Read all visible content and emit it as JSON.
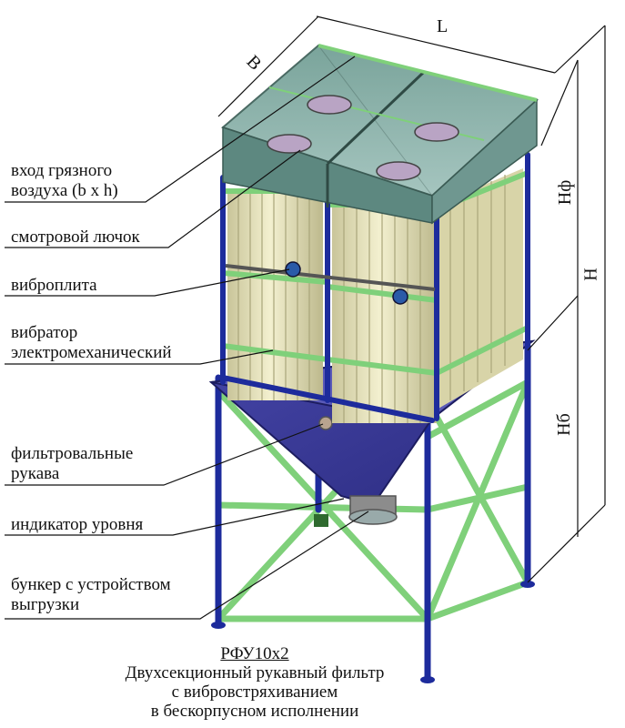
{
  "labels": {
    "dirty_air_inlet": "вход грязного\nвоздуха (b x h)",
    "inspection_hatch": "смотровой лючок",
    "vibro_plate": "виброплита",
    "vibrator": "вибратор\nэлектромеханический",
    "filter_bags": "фильтровальные\nрукава",
    "level_indicator": "индикатор уровня",
    "hopper": "бункер с устройством\nвыгрузки"
  },
  "dimensions": {
    "length": "L",
    "width": "B",
    "filter_height": "Нф",
    "total_height": "Н",
    "hopper_height": "Нб"
  },
  "caption": {
    "model": "РФУ10х2",
    "line1": "Двухсекционный рукавный фильтр",
    "line2": "с вибровстряхиванием",
    "line3": "в бескорпусном исполнении"
  },
  "colors": {
    "frame": "#1d2b9c",
    "bracing": "#7fd07a",
    "roof": "#8fb4ad",
    "bags": "#e6e2b8",
    "hopper": "#3a3a9a"
  }
}
